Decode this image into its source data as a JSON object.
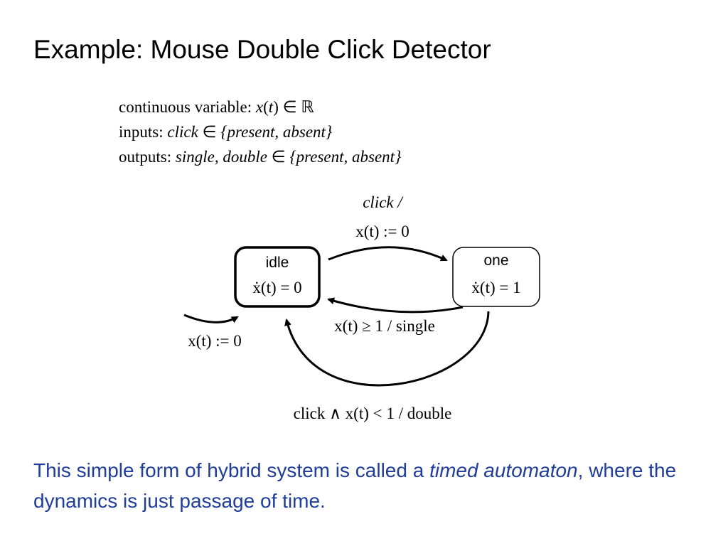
{
  "title": "Example: Mouse Double Click Detector",
  "declarations": {
    "continuous": {
      "label": "continuous variable:",
      "expr_var": "x",
      "expr_arg": "t",
      "expr_rest": ") ∈ ℝ"
    },
    "inputs": {
      "label": "inputs:",
      "signal": "click",
      "set": "{present, absent}"
    },
    "outputs": {
      "label": "outputs:",
      "signals": "single, double",
      "set": "{present, absent}"
    }
  },
  "diagram": {
    "states": [
      {
        "name": "idle",
        "dynamics": "ẋ(t) = 0"
      },
      {
        "name": "one",
        "dynamics": "ẋ(t) = 1"
      }
    ],
    "transitions": {
      "idle_to_one": {
        "guard": "click /",
        "action": "x(t) := 0"
      },
      "one_to_idle_single": {
        "guard": "x(t) ≥ 1 / single"
      },
      "one_to_idle_double": {
        "guard": "click ∧ x(t) < 1 / double"
      },
      "initial": {
        "action": "x(t) := 0"
      }
    }
  },
  "caption": {
    "part1": "This simple form of hybrid system is called a ",
    "emphasis": "timed automaton",
    "part2": ", where the dynamics is just passage of time."
  },
  "colors": {
    "caption": "#1f3d99",
    "text": "#000000",
    "background": "#ffffff"
  }
}
